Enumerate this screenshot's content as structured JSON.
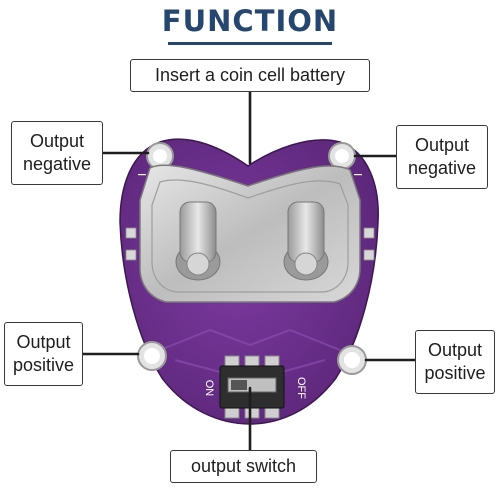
{
  "title": "FUNCTION",
  "labels": {
    "top": "Insert a coin cell battery",
    "neg_left": [
      "Output",
      "negative"
    ],
    "neg_right": [
      "Output",
      "negative"
    ],
    "pos_left": [
      "Output",
      "positive"
    ],
    "pos_right": [
      "Output",
      "positive"
    ],
    "bottom": "output switch"
  },
  "board": {
    "plus_mark": "+",
    "minus_mark": "−",
    "switch_on": "ON",
    "switch_off": "OFF",
    "colors": {
      "board": "#6b2f8c",
      "board_dark": "#4c1f66",
      "metal": "#c8c8c8",
      "title": "#24466f"
    }
  }
}
